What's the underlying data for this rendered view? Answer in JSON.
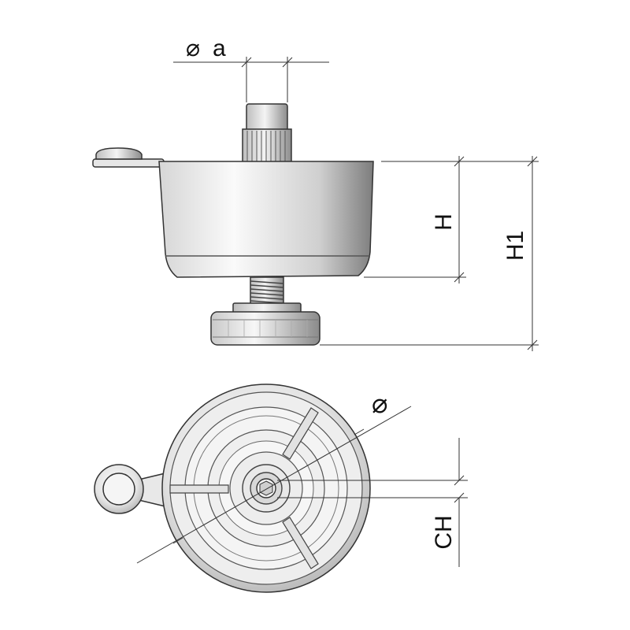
{
  "dimensions": {
    "a": "a",
    "h": "H",
    "h1": "H1",
    "ch": "CH",
    "diameter_symbol": "⌀"
  },
  "colors": {
    "line": "#333333",
    "metal_light": "#f2f2f2",
    "metal_mid": "#c8c8c8",
    "metal_dark": "#8a8a8a",
    "background": "#ffffff"
  }
}
